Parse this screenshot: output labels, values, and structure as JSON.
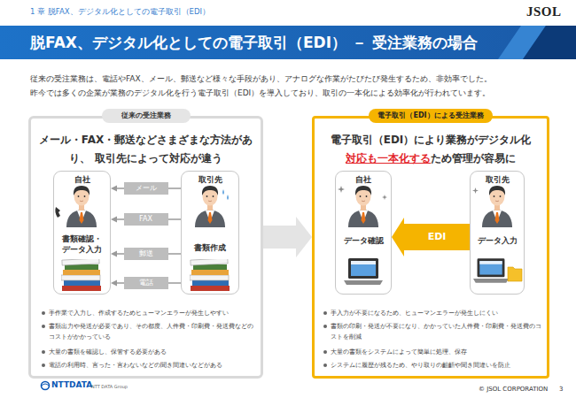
{
  "diagram": {
    "title": "脱FAX、デジタル化としての電子取引（EDI） － 受注業務の場合",
    "nodes": [
      {
        "text": [
          "従来の受注業務",
          "メール・FAX・郵送などさまざまな方法があり、 取引先によって対応が違う",
          "手作業で入力し、作成するためヒューマンエラーが発生しやすい",
          "書類出力や発送が必要であり、その都度、人件費・印刷費・発送費などのコストがかかっている",
          "大量の書類を確認し、保管する必要がある",
          "電話の利用時、言った・言わないなどの聞き間違いなどがある"
        ]
      },
      {
        "text": [
          "自社",
          "書類確認・ データ入力"
        ],
        "in": 0
      },
      {
        "text": [
          "取引先",
          "書類作成"
        ],
        "in": 0
      },
      {
        "text": [
          "電子取引（EDI）による受注業務",
          "電子取引（EDI）により業務がデジタル化",
          "対応も一本化する",
          "ため管理が容易に",
          "手入力が不要になるため、ヒューマンエラーが発生しにくい",
          "書類の印刷・発送が不要になり、かかっていた人件費・印刷費・発送費のコストを削減",
          "大量の書類をシステムによって簡単に処理、保存",
          "システムに履歴が残るため、やり取りの齟齬や聞き間違いを防止"
        ]
      },
      {
        "text": [
          "自社",
          "データ確認"
        ],
        "in": 3
      },
      {
        "text": [
          "取引先",
          "データ入力"
        ],
        "in": 3
      }
    ],
    "edges": [
      {
        "from": 2,
        "to": 1,
        "label": "メール",
        "arrow": "to"
      },
      {
        "from": 2,
        "to": 1,
        "label": "FAX",
        "arrow": "to"
      },
      {
        "from": 2,
        "to": 1,
        "label": "郵送",
        "arrow": "to"
      },
      {
        "from": 2,
        "to": 1,
        "label": "電話",
        "arrow": "to"
      },
      {
        "from": 0,
        "to": 3,
        "arrow": "to"
      },
      {
        "from": 5,
        "to": 4,
        "label": "EDI",
        "arrow": "to"
      }
    ],
    "labels": [
      "1 章 脱FAX、デジタル化としての電子取引（EDI）",
      "JSOL",
      "従来の受注業務は、電話やFAX、メール、郵送など様々な手段があり、アナログな作業がたびたび発生するため、非効率でした。",
      "昨今では多くの企業が業務のデジタル化を行う電子取引（EDI）を導入しており、取引の一本化による効率化が行われています。",
      "NTTDATA",
      "NTT DATA Group",
      "© JSOL CORPORATION",
      "3"
    ]
  }
}
